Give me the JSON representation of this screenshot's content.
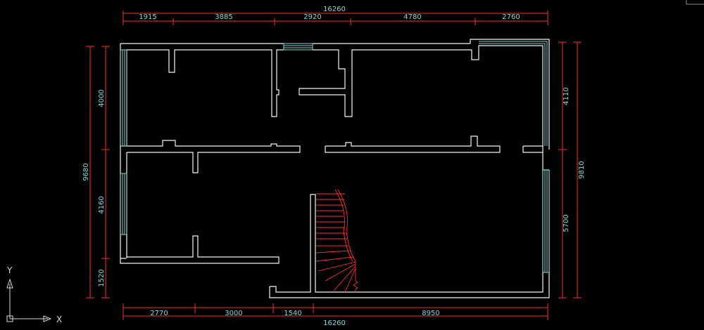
{
  "dimensions": {
    "top_total": "16260",
    "top_segments": [
      "1915",
      "3885",
      "2920",
      "4780",
      "2760"
    ],
    "bottom_total": "16260",
    "bottom_segments": [
      "2770",
      "3000",
      "1540",
      "8950"
    ],
    "left_total": "9680",
    "left_segments": [
      "4000",
      "4160",
      "1520"
    ],
    "right_total": "9810",
    "right_segments": [
      "4110",
      "5700"
    ]
  },
  "ucs": {
    "y_label": "Y",
    "x_label": "X"
  },
  "colors": {
    "background": "#000000",
    "wall": "#f2f2f2",
    "dimension_line": "#ff2a2a",
    "dimension_text": "#7fd6d6",
    "window": "#7fd6d6",
    "stair": "#ff2a2a"
  }
}
